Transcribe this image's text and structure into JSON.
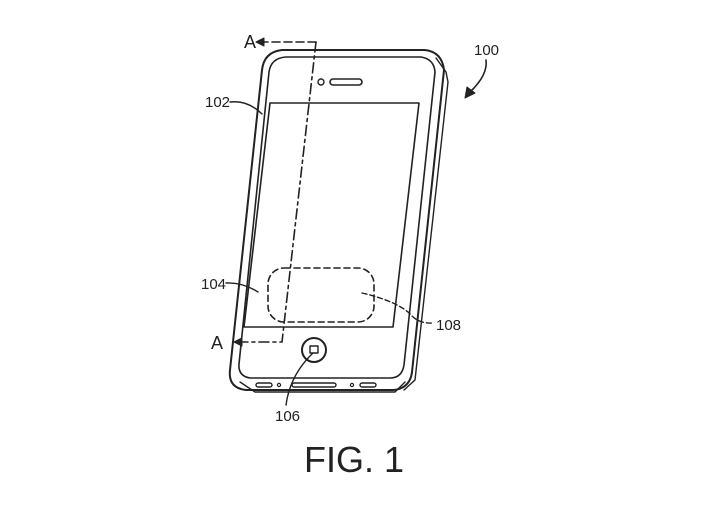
{
  "figure": {
    "caption": "FIG. 1",
    "section_marker_top": "A",
    "section_marker_bottom": "A",
    "reference_numerals": {
      "device": "100",
      "housing": "102",
      "display": "104",
      "button": "106",
      "region": "108"
    },
    "line_color": "#222222"
  }
}
